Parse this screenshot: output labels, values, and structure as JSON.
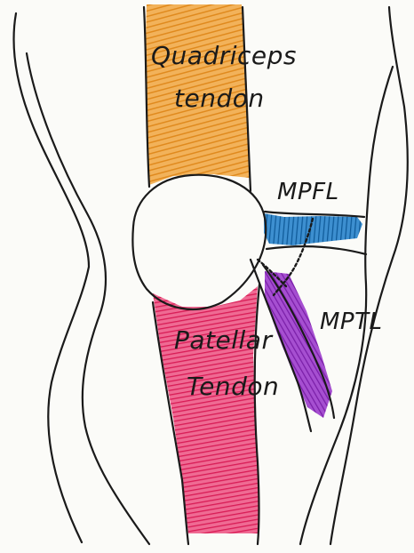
{
  "labels": {
    "quadriceps_line1": "Quadriceps",
    "quadriceps_line2": "tendon",
    "mpfl": "MPFL",
    "mptl": "MPTL",
    "patellar_line1": "Patellar",
    "patellar_line2": "Tendon"
  },
  "colors": {
    "quadriceps_tendon": "#e8962a",
    "patellar_tendon": "#e0245e",
    "mpfl": "#1f6fb0",
    "mptl": "#8a2ab4",
    "ink": "#1a1a1a"
  }
}
